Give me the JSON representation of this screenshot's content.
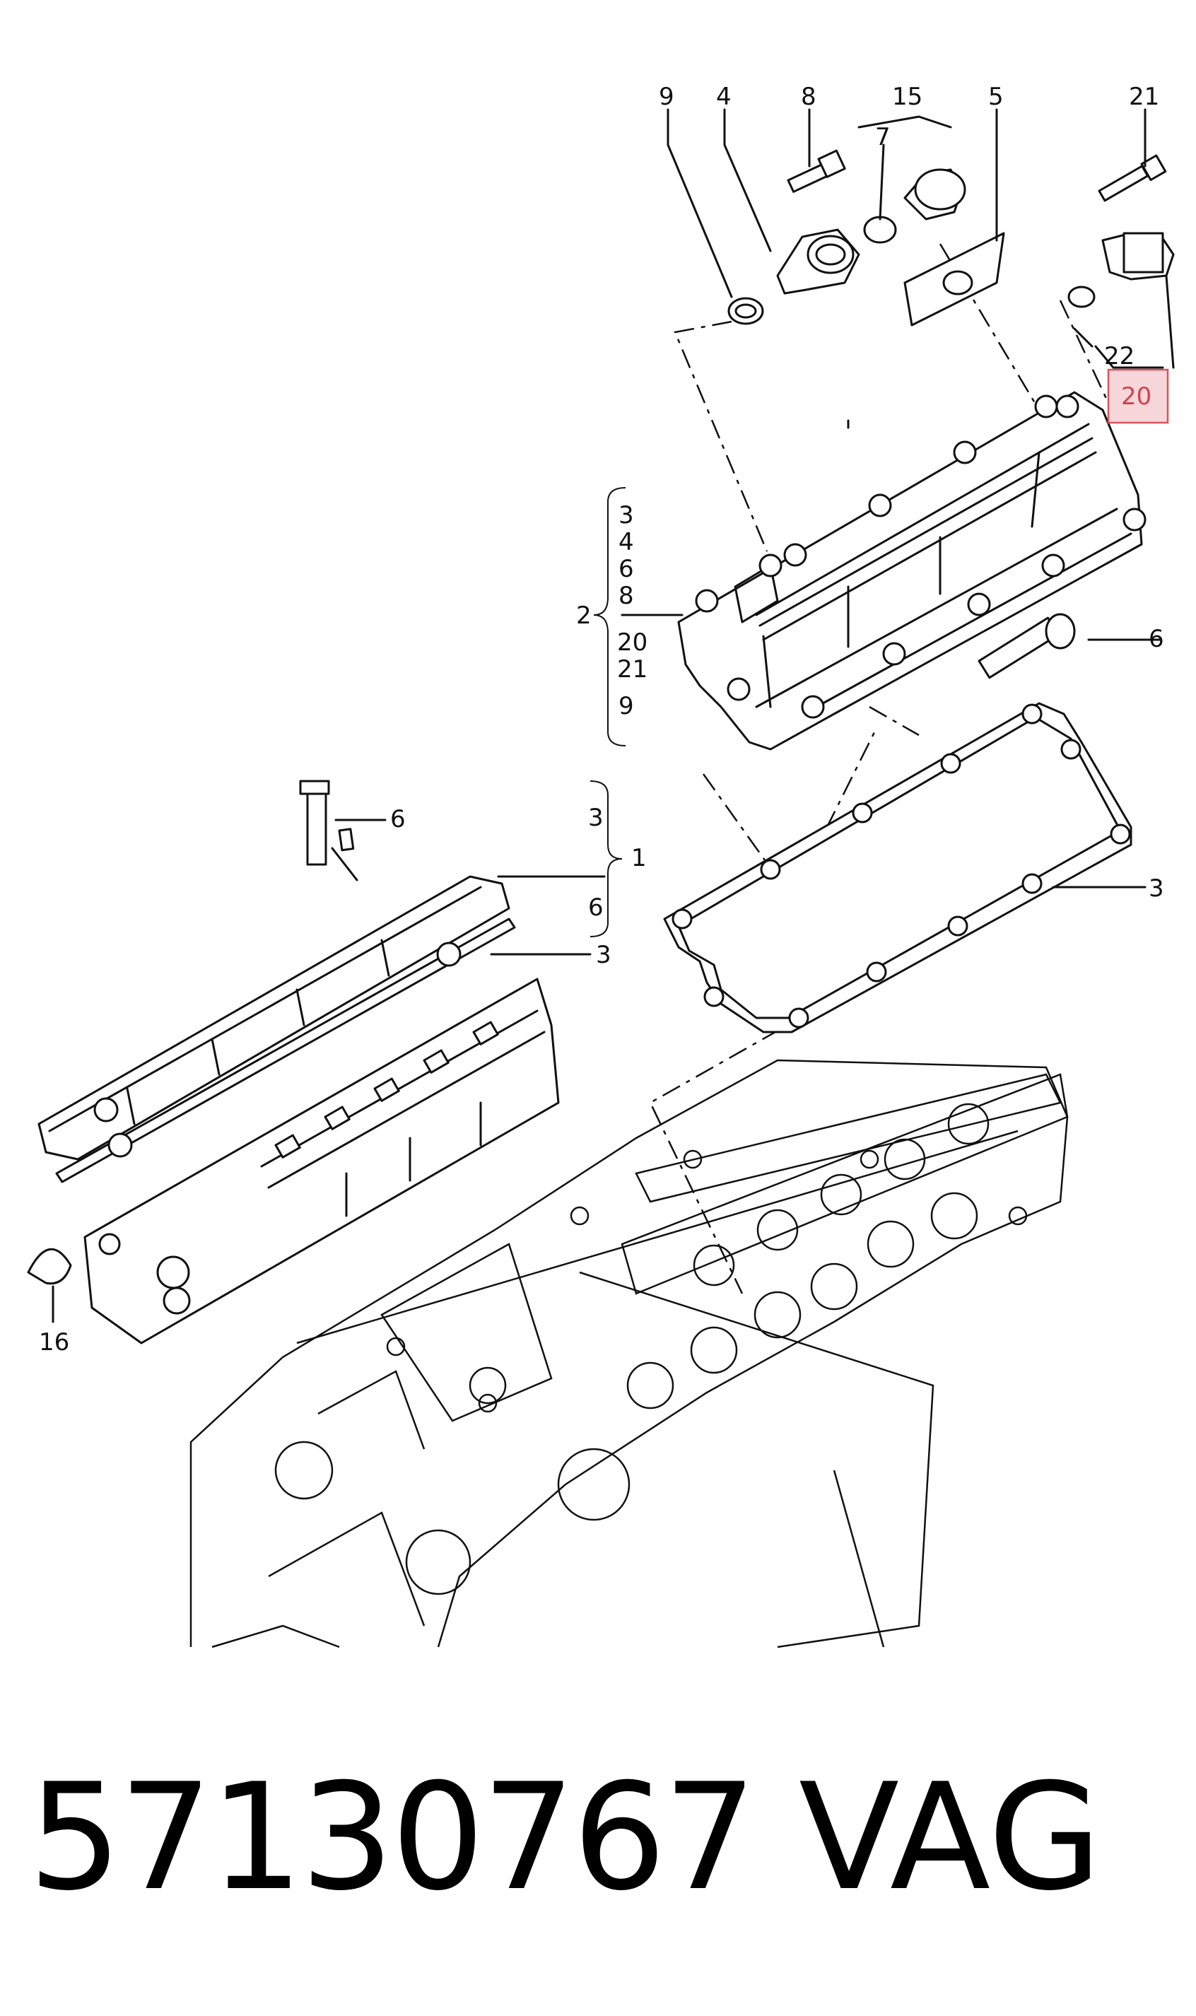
{
  "callouts": {
    "c9": "9",
    "c4": "4",
    "c8": "8",
    "c15": "15",
    "c7": "7",
    "c5": "5",
    "c21": "21",
    "c22": "22",
    "c20": "20",
    "b2_3": "3",
    "b2_4": "4",
    "b2_6": "6",
    "b2_8": "8",
    "b2_20": "20",
    "b2_21": "21",
    "b2_9": "9",
    "c2": "2",
    "c6_right": "6",
    "c6_left": "6",
    "b1_3": "3",
    "b1_6": "6",
    "c1": "1",
    "c3_left": "3",
    "c3_right": "3",
    "c16": "16"
  },
  "highlighted_callout": "20",
  "footer": {
    "part_number": "57130767",
    "brand": "VAG"
  },
  "colors": {
    "highlight_fill": "#f6d6d8",
    "highlight_border": "#d9535d",
    "line": "#111111"
  }
}
